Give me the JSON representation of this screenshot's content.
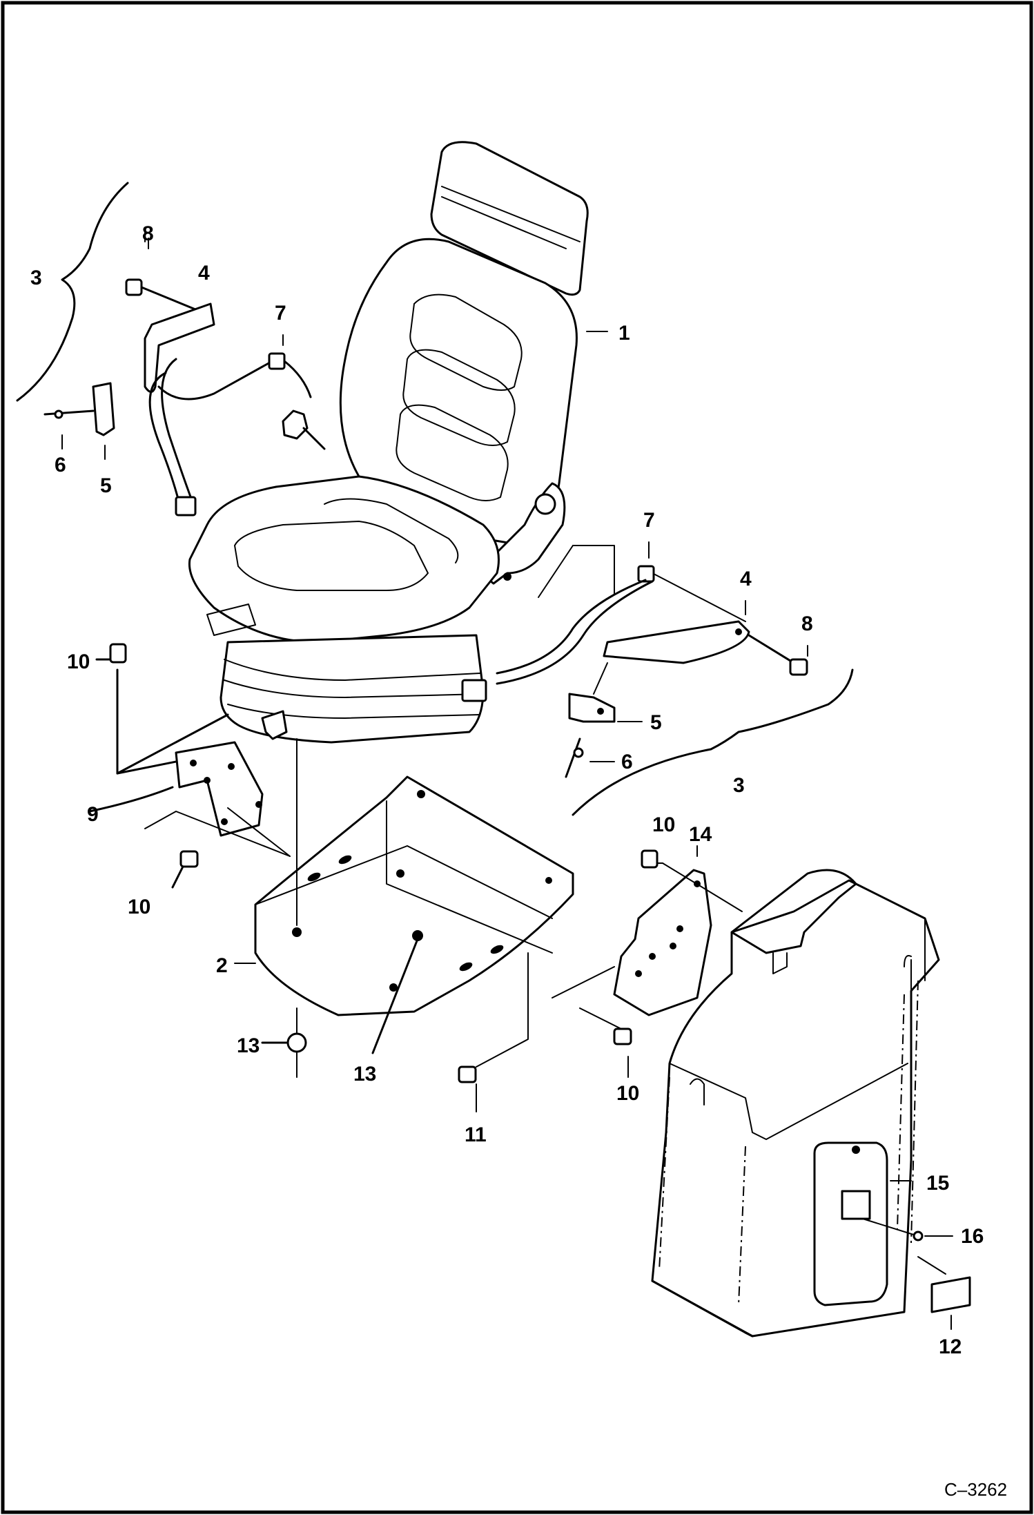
{
  "callouts": {
    "c1": "1",
    "c2": "2",
    "c3_left": "3",
    "c3_right": "3",
    "c4_left": "4",
    "c4_right": "4",
    "c5_left": "5",
    "c5_right": "5",
    "c6_left": "6",
    "c6_right": "6",
    "c7_left": "7",
    "c7_right": "7",
    "c8_left": "8",
    "c8_right": "8",
    "c9": "9",
    "c10_a": "10",
    "c10_b": "10",
    "c10_c": "10",
    "c10_d": "10",
    "c11": "11",
    "c12": "12",
    "c13_a": "13",
    "c13_b": "13",
    "c14": "14",
    "c15": "15",
    "c16": "16"
  },
  "figure_code": "C–3262"
}
